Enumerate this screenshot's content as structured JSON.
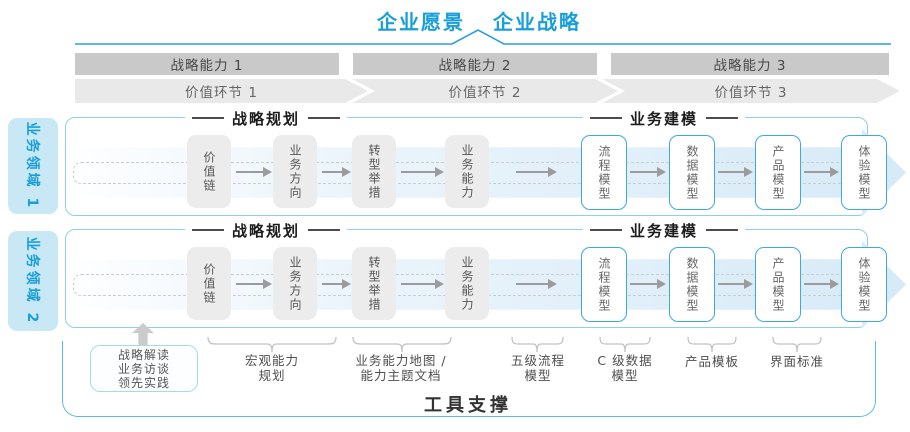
{
  "header": {
    "vision": "企业愿景",
    "strategy": "企业战略"
  },
  "capability_bars": [
    {
      "label": "战略能力 1"
    },
    {
      "label": "战略能力 2"
    },
    {
      "label": "战略能力 3"
    }
  ],
  "value_links": [
    {
      "label": "价值环节 1"
    },
    {
      "label": "价值环节 2"
    },
    {
      "label": "价值环节 3"
    }
  ],
  "domains": [
    {
      "label": "业务领域 1"
    },
    {
      "label": "业务领域 2"
    }
  ],
  "bands": [
    {
      "planning_title": "战略规划",
      "modeling_title": "业务建模",
      "boxes": [
        {
          "label": "价值链"
        },
        {
          "label": "业务方向"
        },
        {
          "label": "转型举措"
        },
        {
          "label": "业务能力"
        },
        {
          "label": "流程模型"
        },
        {
          "label": "数据模型"
        },
        {
          "label": "产品模型"
        },
        {
          "label": "体验模型"
        }
      ]
    },
    {
      "planning_title": "战略规划",
      "modeling_title": "业务建模",
      "boxes": [
        {
          "label": "价值链"
        },
        {
          "label": "业务方向"
        },
        {
          "label": "转型举措"
        },
        {
          "label": "业务能力"
        },
        {
          "label": "流程模型"
        },
        {
          "label": "数据模型"
        },
        {
          "label": "产品模型"
        },
        {
          "label": "体验模型"
        }
      ]
    }
  ],
  "annotations": {
    "practice_box": "战略解读\n业务访谈\n领先实践",
    "macro_capability": "宏观能力\n规划",
    "capability_map": "业务能力地图 /\n能力主题文档",
    "process_model": "五级流程\n模型",
    "data_model": "C 级数据\n模型",
    "product_template": "产品模板",
    "ui_standard": "界面标准"
  },
  "tool_support": {
    "label": "工具支撑"
  },
  "colors": {
    "accent": "#189fd8",
    "band-border": "#8ecfec",
    "box-border": "#3fa9dc",
    "domain-bg": "#c9e8f6",
    "bar-bg": "#c9c9c9",
    "chevron-bg": "#e9e9e9"
  }
}
